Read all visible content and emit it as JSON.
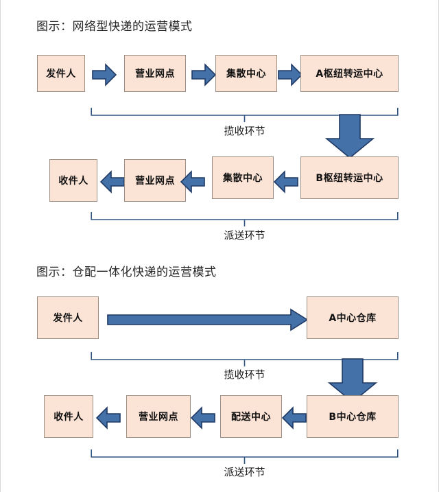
{
  "colors": {
    "box_fill": "#fbe3d6",
    "box_border": "#9a8d84",
    "arrow_fill": "#4472a8",
    "arrow_stroke": "#1f3864",
    "bracket_line": "#2e5481",
    "text": "#111111"
  },
  "diagrams": [
    {
      "id": "network-express-model",
      "title": "图示：网络型快递的运营模式",
      "rows": [
        {
          "id": "pickup-chain",
          "direction": "right",
          "nodes": [
            {
              "label": "发件人"
            },
            {
              "label": "营业网点"
            },
            {
              "label": "集散中心"
            },
            {
              "label": "A枢纽转运中心"
            }
          ]
        },
        {
          "id": "delivery-chain",
          "direction": "left",
          "nodes": [
            {
              "label": "收件人"
            },
            {
              "label": "营业网点"
            },
            {
              "label": "集散中心"
            },
            {
              "label": "B枢纽转运中心"
            }
          ]
        }
      ],
      "brackets": [
        {
          "id": "pickup-stage",
          "label": "揽收环节"
        },
        {
          "id": "delivery-stage",
          "label": "派送环节"
        }
      ],
      "transfer_arrow": {
        "id": "hub-transfer-arrow",
        "direction": "down"
      }
    },
    {
      "id": "warehouse-integrated-model",
      "title": "图示：仓配一体化快递的运营模式",
      "rows": [
        {
          "id": "pickup-chain",
          "direction": "right",
          "nodes": [
            {
              "label": "发件人"
            },
            {
              "label": "A中心仓库"
            }
          ]
        },
        {
          "id": "delivery-chain",
          "direction": "left",
          "nodes": [
            {
              "label": "收件人"
            },
            {
              "label": "营业网点"
            },
            {
              "label": "配送中心"
            },
            {
              "label": "B中心仓库"
            }
          ]
        }
      ],
      "brackets": [
        {
          "id": "pickup-stage",
          "label": "揽收环节"
        },
        {
          "id": "delivery-stage",
          "label": "派送环节"
        }
      ],
      "transfer_arrow": {
        "id": "warehouse-transfer-arrow",
        "direction": "down"
      }
    }
  ]
}
